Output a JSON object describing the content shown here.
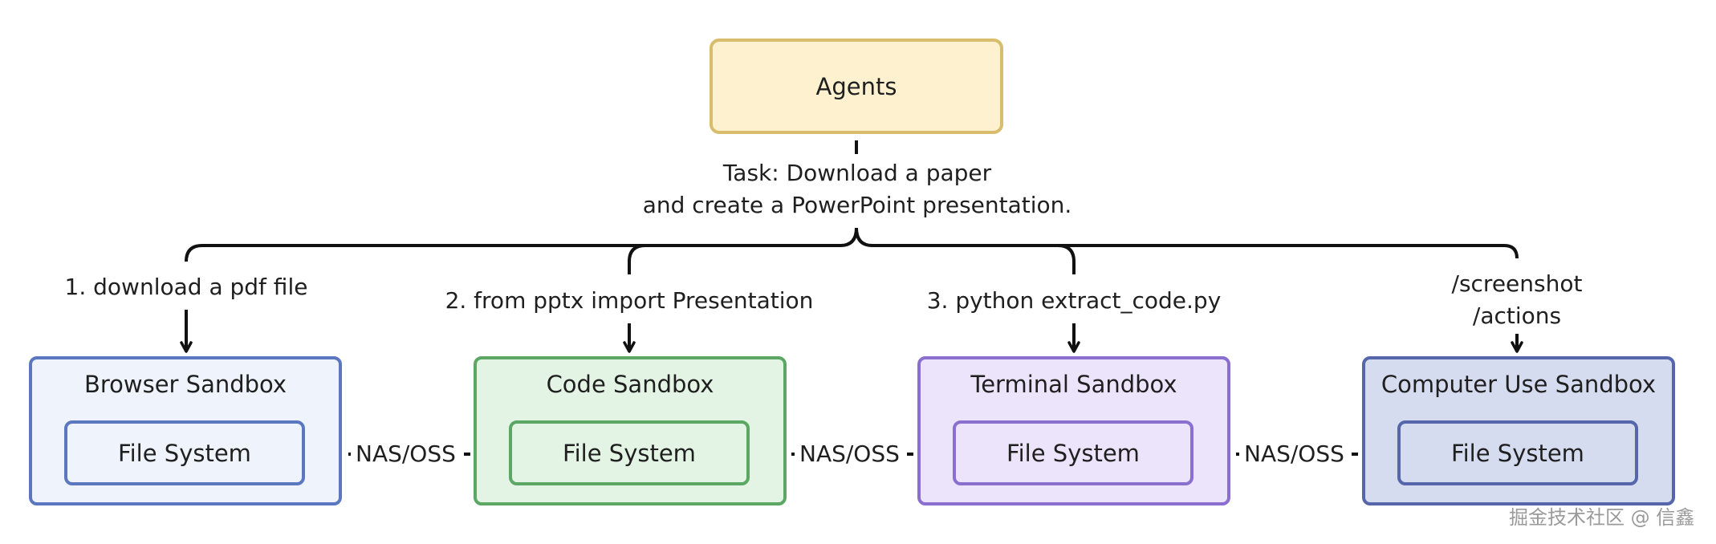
{
  "agents": {
    "label": "Agents"
  },
  "task": {
    "line1": "Task: Download a paper",
    "line2": "and create a PowerPoint presentation."
  },
  "branches": [
    {
      "id": "browser",
      "label": "1. download a pdf file"
    },
    {
      "id": "code",
      "label": "2. from pptx import Presentation"
    },
    {
      "id": "terminal",
      "label": "3. python extract_code.py"
    },
    {
      "id": "computer",
      "label_line1": "/screenshot",
      "label_line2": "/actions"
    }
  ],
  "sandboxes": [
    {
      "id": "browser",
      "title": "Browser Sandbox",
      "fs": "File System"
    },
    {
      "id": "code",
      "title": "Code Sandbox",
      "fs": "File System"
    },
    {
      "id": "terminal",
      "title": "Terminal Sandbox",
      "fs": "File System"
    },
    {
      "id": "computer",
      "title": "Computer Use Sandbox",
      "fs": "File System"
    }
  ],
  "links": [
    {
      "label": "NAS/OSS"
    },
    {
      "label": "NAS/OSS"
    },
    {
      "label": "NAS/OSS"
    }
  ],
  "watermark": "掘金技术社区 @ 信鑫",
  "colors": {
    "agents_fill": "#fdf1cf",
    "agents_border": "#d7bd6c",
    "browser_fill": "#eef3fc",
    "browser_border": "#5b77bf",
    "code_fill": "#e3f4e4",
    "code_border": "#5ba763",
    "terminal_fill": "#ebe4fa",
    "terminal_border": "#8a6fcf",
    "computer_fill": "#d6dcf0",
    "computer_border": "#5566aa"
  }
}
